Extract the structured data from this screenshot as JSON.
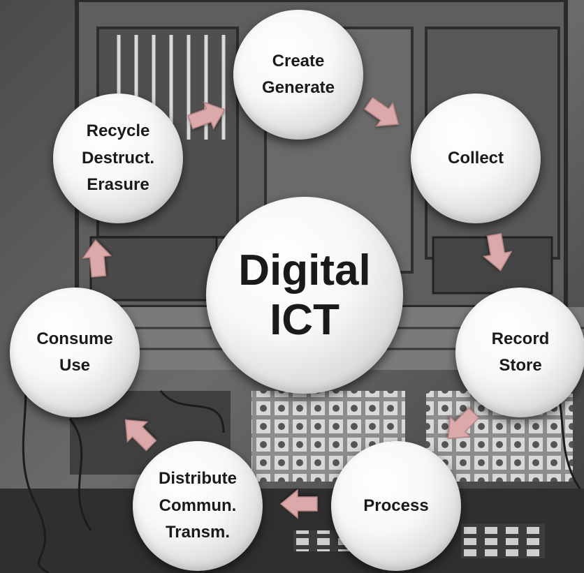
{
  "center": {
    "lines": [
      "Digital",
      "ICT"
    ]
  },
  "stages": [
    {
      "id": "create",
      "lines": [
        "Create",
        "Generate"
      ]
    },
    {
      "id": "collect",
      "lines": [
        "Collect"
      ]
    },
    {
      "id": "record",
      "lines": [
        "Record",
        "Store"
      ]
    },
    {
      "id": "process",
      "lines": [
        "Process"
      ]
    },
    {
      "id": "distribute",
      "lines": [
        "Distribute",
        "Commun.",
        "Transm."
      ]
    },
    {
      "id": "consume",
      "lines": [
        "Consume",
        "Use"
      ]
    },
    {
      "id": "recycle",
      "lines": [
        "Recycle",
        "Destruct.",
        "Erasure"
      ]
    }
  ],
  "colors": {
    "arrow": "#dba9a9",
    "arrow_edge": "#b98585",
    "node_text": "#1a1a1a",
    "background": "#2e2e2e"
  }
}
